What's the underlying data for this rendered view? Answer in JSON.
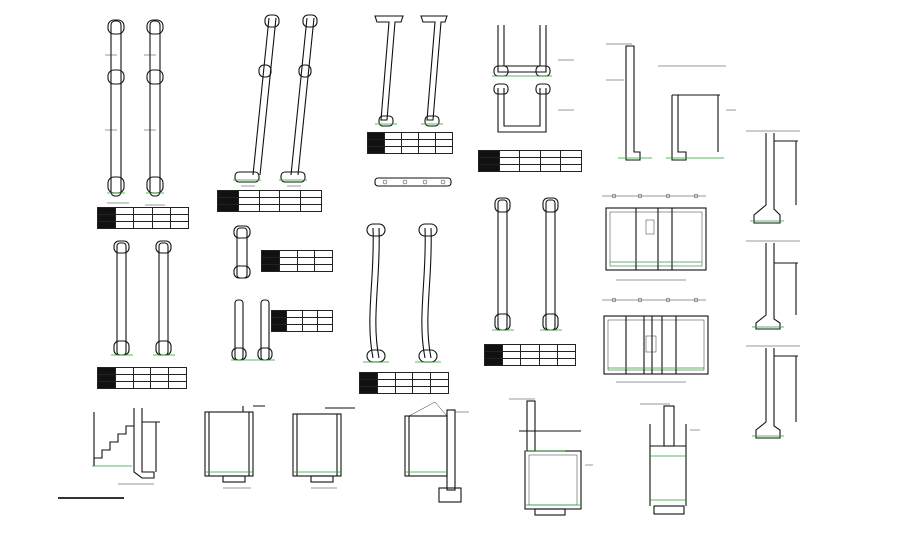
{
  "sheet": {
    "background": "#ffffff",
    "line_color": "#111111",
    "accent_color": "#27a327"
  },
  "groups": [
    {
      "id": "vertical-column-pair-1"
    },
    {
      "id": "inclined-column-pair"
    },
    {
      "id": "inclined-wall-pair"
    },
    {
      "id": "u-wall-pair"
    },
    {
      "id": "retaining-wall-pair-top"
    },
    {
      "id": "vertical-column-pair-2"
    },
    {
      "id": "short-column-pair"
    },
    {
      "id": "curved-column-pair"
    },
    {
      "id": "tall-column-pair"
    },
    {
      "id": "plan-top"
    },
    {
      "id": "plan-bottom"
    },
    {
      "id": "stair-wall-section"
    },
    {
      "id": "wall-section-1"
    },
    {
      "id": "wall-section-2"
    },
    {
      "id": "ramp-wall-section"
    },
    {
      "id": "tank-section-1"
    },
    {
      "id": "tank-section-2"
    },
    {
      "id": "side-section-1"
    },
    {
      "id": "side-section-2"
    },
    {
      "id": "side-section-3"
    }
  ]
}
